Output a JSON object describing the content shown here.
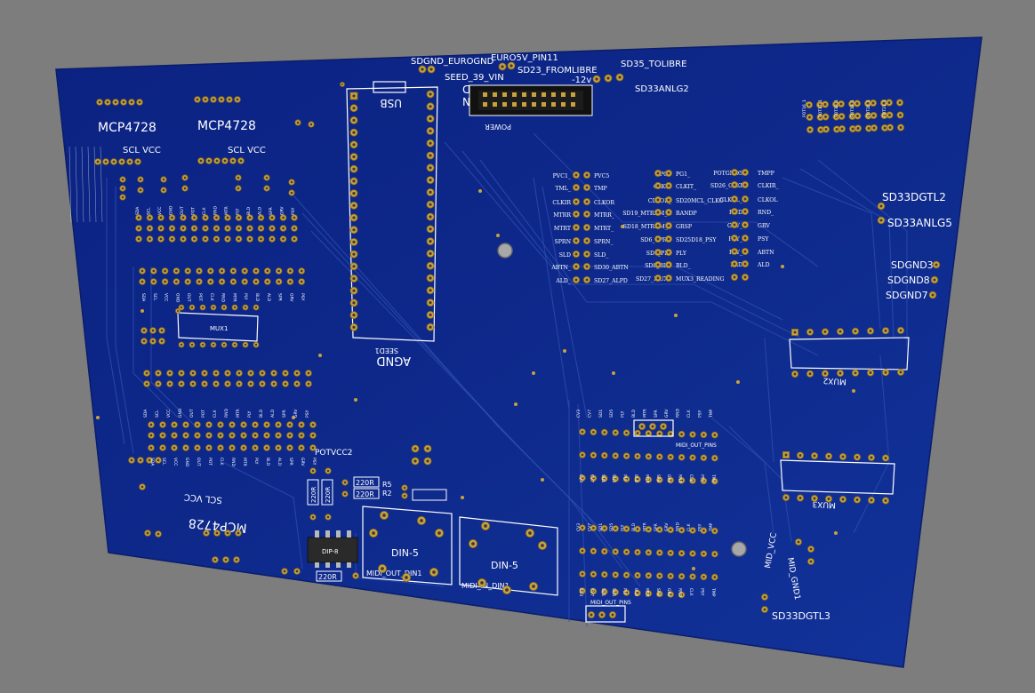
{
  "board": {
    "colors": {
      "background": "#7d7d7d",
      "board": "#0e2a8c",
      "trace": "#2f4fb0",
      "pad": "#c9a23c",
      "silk": "#ffffff"
    },
    "header_labels": {
      "sdgnd_eurognd": "SDGND_EUROGND",
      "euro5v_pin11": "EURO5V_PIN11",
      "seed_39_vin": "SEED_39_VIN",
      "sd23_fromlibre": "SD23_FROMLIBRE",
      "sd35_tolibre": "SD35_TOLIBRE",
      "minus12v": "-12v",
      "sd33anlg2": "SD33ANLG2",
      "gnd": "GND",
      "vin": "VIN",
      "power": "POWER",
      "usb": "USB"
    },
    "seed": {
      "name": "SEED1",
      "agnd": "AGND"
    },
    "mcp_labels": {
      "mcp1": "MCP4728",
      "mcp2": "MCP4728",
      "mcp3": "MCP4728",
      "scl_vcc": "SCL VCC"
    },
    "right_labels": {
      "sd33dgtl2": "SD33DGTL2",
      "sd33anlg5": "SD33ANLG5",
      "sdgnd3": "SDGND3",
      "sdgnd8": "SDGND8",
      "sdgnd7": "SDGND7",
      "mux2": "MUX2",
      "mux3": "MUX3",
      "mux1": "MUX1",
      "mid_vcc": "MID_VCC",
      "mid_gnd1": "MID_GND1",
      "sd33dgtl3": "SD33DGTL3"
    },
    "bottom_labels": {
      "potvcc2": "POTVCC2",
      "r220": "220R",
      "r2": "R2",
      "r5": "R5",
      "dip8": "DIP-8",
      "din5_a": "DIN-5",
      "din5_b": "DIN-5",
      "midi_out_din1": "MIDI_OUT_DIN1",
      "midi_in_din1": "MIDI_IN_DIN1",
      "midi_out_pins": "MIDI_OUT_PINS"
    },
    "pin_labels_mid": [
      "PVC1_",
      "PVC5",
      "PG3",
      "PG1_",
      "POTGND5",
      "TMPP",
      "TML_",
      "TMP",
      "CLKIT",
      "CLKIT_",
      "SD26_CLKI",
      "CLKIR_",
      "CLKIR",
      "CLKOR",
      "CLKOR_",
      "SD20MCL_CLKO",
      "CLKOL_",
      "CLKOL",
      "MTRR",
      "MTRR_",
      "SD19_MTRNM_R",
      "RANDP",
      "RND",
      "RND_",
      "MTRT",
      "MTRT_",
      "SD18_MTRNM_L",
      "GRSP",
      "GRV_",
      "GRV",
      "SPRN",
      "SPRN_",
      "SD6_SPRN",
      "SD25D18_PSY",
      "PSY_",
      "PSY",
      "SLD",
      "SLD_",
      "SD9_PLY",
      "PLY",
      "PLY_",
      "ABTN",
      "ABTN_",
      "SD30_ABTN",
      "SD8_BLD",
      "BLD_",
      "BLD",
      "ALD",
      "ALD_",
      "SD27_ALPD",
      "SD27_MUX3",
      "MUX3_READING"
    ],
    "pot_labels_right": [
      "POT16_1",
      "POT17_1",
      "POT18_1",
      "POT19_1",
      "POT20_1",
      "POT21_1"
    ]
  }
}
